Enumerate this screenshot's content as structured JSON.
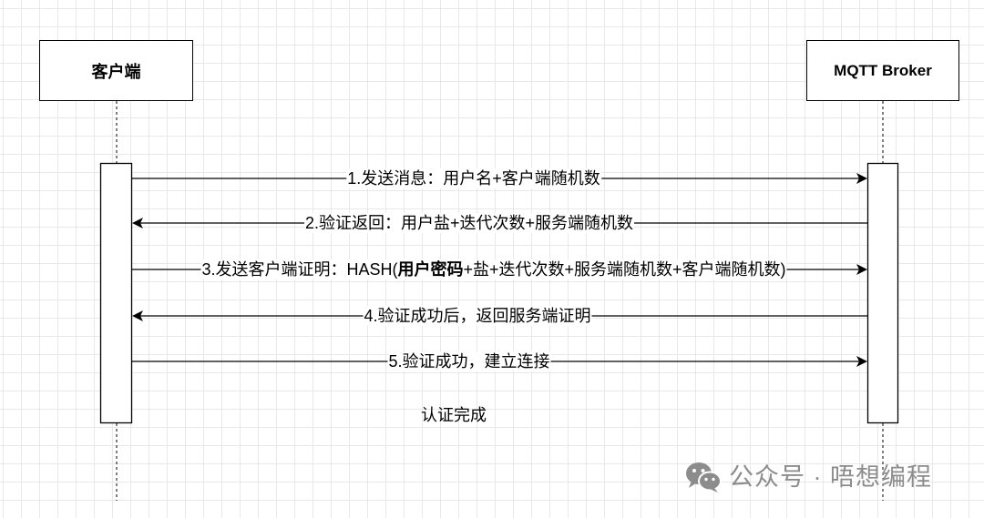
{
  "participants": {
    "client": {
      "name": "客户端"
    },
    "broker": {
      "name": "MQTT Broker"
    }
  },
  "messages": [
    {
      "label": "1.发送消息：用户名+客户端随机数"
    },
    {
      "label": "2.验证返回：用户盐+迭代次数+服务端随机数"
    },
    {
      "label_parts": [
        "3.发送客户端证明：HASH(",
        "用户密码",
        "+盐+迭代次数+服务端随机数+客户端随机数)"
      ]
    },
    {
      "label": "4.验证成功后，返回服务端证明"
    },
    {
      "label": "5.验证成功，建立连接"
    }
  ],
  "note": "认证完成",
  "watermark": {
    "icon": "wechat-icon",
    "text": "公众号 · 唔想编程"
  },
  "colors": {
    "line": "#000000",
    "grid": "#e8e8e8",
    "watermark": "#8c8c8c"
  }
}
